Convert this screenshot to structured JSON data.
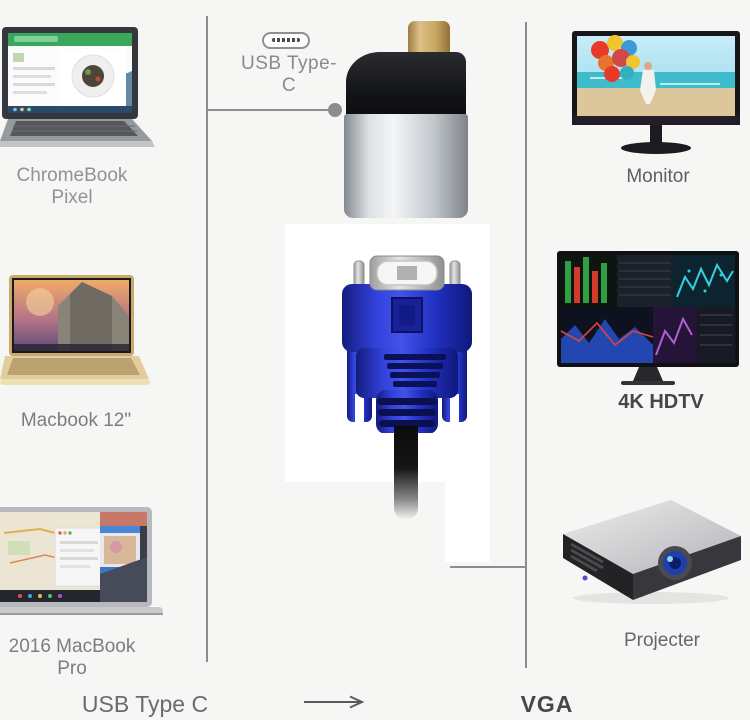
{
  "meta": {
    "description": "USB Type C to VGA adapter compatibility diagram"
  },
  "colors": {
    "background": "#f6f6f5",
    "connector_line": "#8d8d8d",
    "vga_blue": "#2c3ad0",
    "adapter_gold": "#c9a661",
    "adapter_black": "#17181a",
    "adapter_silver": "#c6cacf",
    "backdrop_white": "#ffffff",
    "label_gray": "#8a8a8a"
  },
  "adapter": {
    "port_icon_label": "USB Type-C"
  },
  "devices": {
    "chromebook": {
      "label": "ChromeBook Pixel"
    },
    "macbook12": {
      "label": "Macbook 12\""
    },
    "macbookpro": {
      "label": "2016 MacBook Pro"
    },
    "monitor": {
      "label": "Monitor"
    },
    "hdtv": {
      "label": "4K HDTV"
    },
    "projector": {
      "label": "Projecter"
    }
  },
  "footer": {
    "from_label": "USB Type C",
    "to_label": "VGA",
    "arrow_icon": "right-arrow"
  }
}
